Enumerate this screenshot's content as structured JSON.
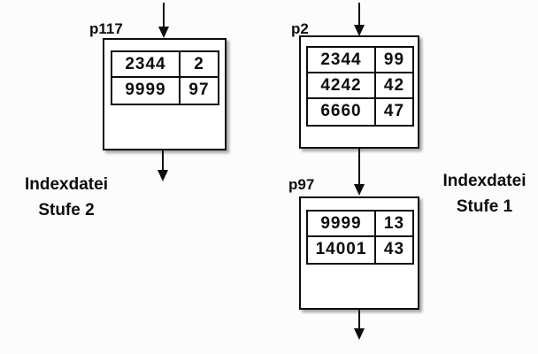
{
  "canvas": {
    "background": "#fcfcfc",
    "box_fill": "#ffffff",
    "ink": "#0d0d0d"
  },
  "captions": {
    "stufe2": {
      "line1": "Indexdatei",
      "line2": "Stufe 2"
    },
    "stufe1": {
      "line1": "Indexdatei",
      "line2": "Stufe 1"
    }
  },
  "nodes": {
    "p117": {
      "label": "p117",
      "rows": [
        {
          "key": "2344",
          "ptr": "2"
        },
        {
          "key": "9999",
          "ptr": "97"
        }
      ]
    },
    "p2": {
      "label": "p2",
      "rows": [
        {
          "key": "2344",
          "ptr": "99"
        },
        {
          "key": "4242",
          "ptr": "42"
        },
        {
          "key": "6660",
          "ptr": "47"
        }
      ]
    },
    "p97": {
      "label": "p97",
      "rows": [
        {
          "key": "9999",
          "ptr": "13"
        },
        {
          "key": "14001",
          "ptr": "43"
        }
      ]
    }
  }
}
